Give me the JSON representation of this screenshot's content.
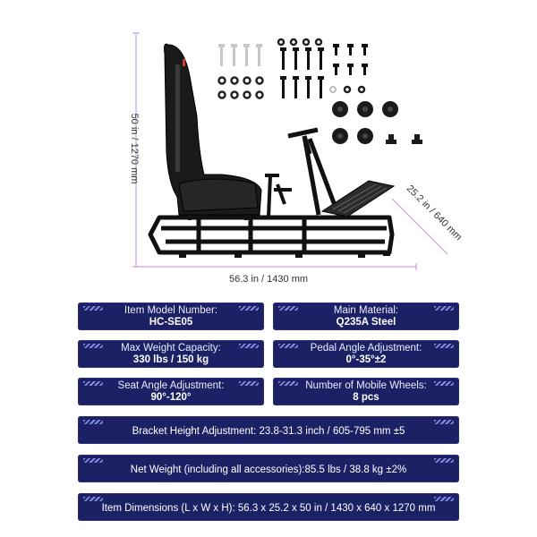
{
  "dimensions": {
    "height": "50 in / 1270 mm",
    "depth": "25.2 in / 640 mm",
    "width": "56.3 in / 1430 mm"
  },
  "specs": [
    {
      "label": "Item Model Number:",
      "value": "HC-SE05"
    },
    {
      "label": "Main Material:",
      "value": "Q235A Steel"
    },
    {
      "label": "Max Weight Capacity:",
      "value": "330 lbs / 150 kg"
    },
    {
      "label": "Pedal Angle Adjustment:",
      "value": "0°-35°±2"
    },
    {
      "label": "Seat Angle Adjustment:",
      "value": "90°-120°"
    },
    {
      "label": "Number of Mobile Wheels:",
      "value": "8 pcs"
    }
  ],
  "wide_specs": [
    "Bracket Height Adjustment: 23.8-31.3 inch / 605-795 mm ±5",
    "Net Weight (including all accessories):85.5 lbs / 38.8 kg ±2%",
    "Item Dimensions (L x W x H): 56.3 x 25.2 x 50 in / 1430 x 640 x 1270 mm"
  ],
  "colors": {
    "panel": "#1c2064",
    "dim_line": "#c58bd8",
    "chair": "#1a1a1a"
  }
}
